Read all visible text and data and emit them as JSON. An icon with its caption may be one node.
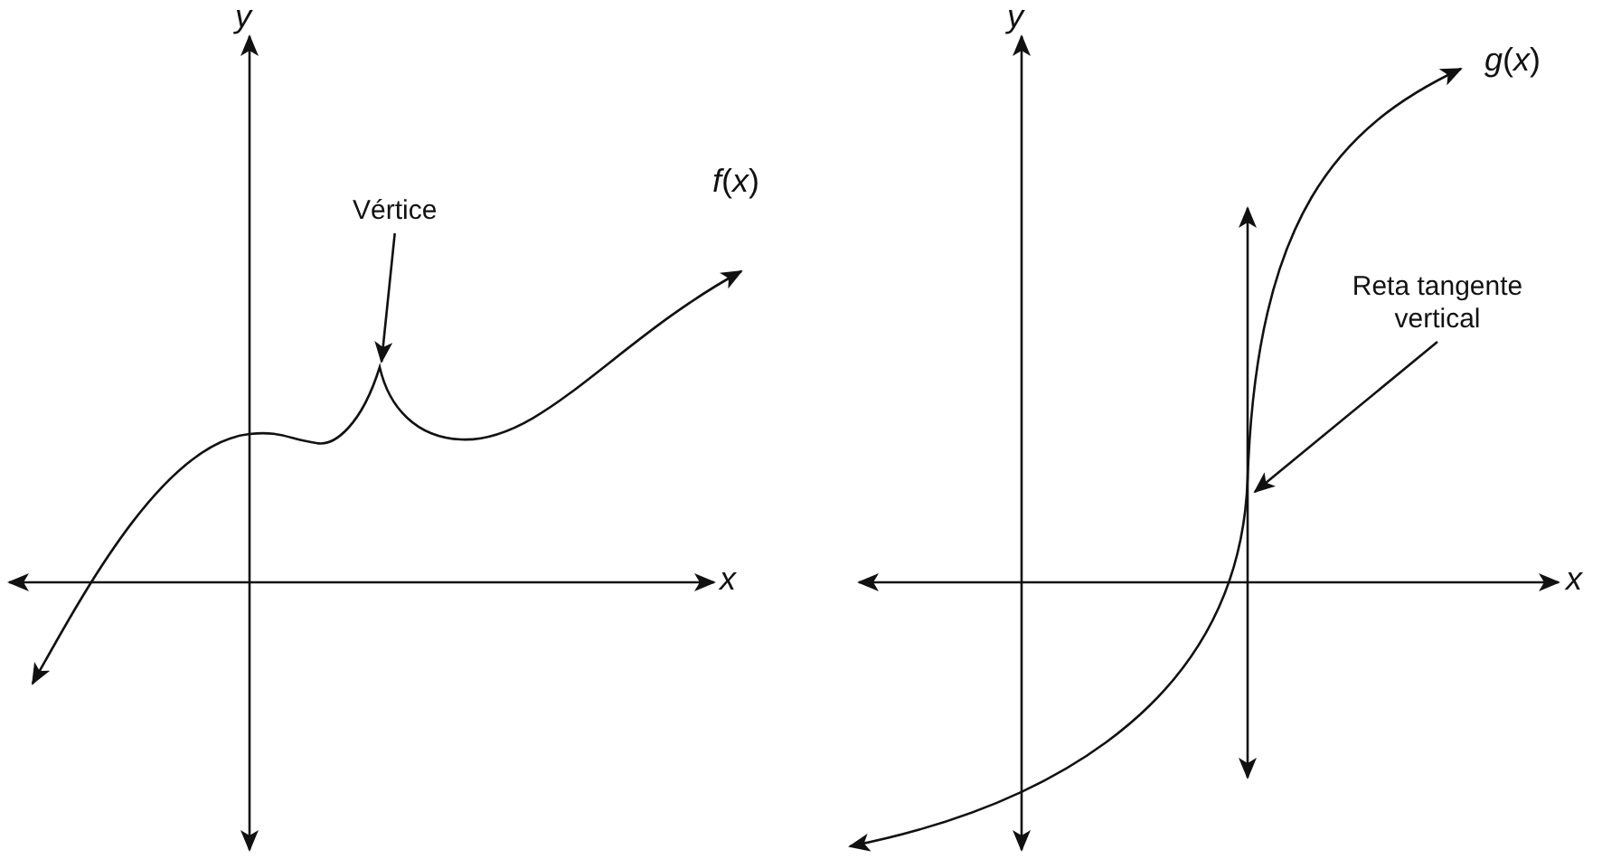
{
  "diagram": {
    "nodes": [
      {
        "text": [
          "Vértice"
        ]
      },
      {
        "text": [
          "Reta tangente vertical"
        ]
      }
    ],
    "edges": [
      {
        "from": 0,
        "to": null,
        "arrow": "to"
      },
      {
        "from": 1,
        "to": null,
        "arrow": "to"
      }
    ],
    "labels": [
      "y",
      "*f*(*x*)",
      "x",
      "y",
      "*g*(*x*)",
      "x"
    ]
  }
}
